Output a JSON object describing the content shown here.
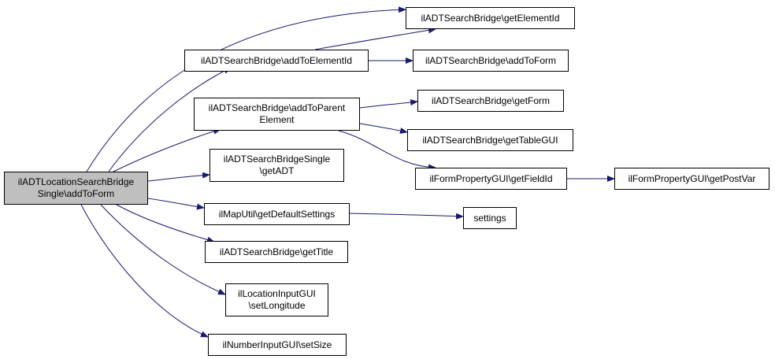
{
  "nodes": [
    {
      "id": "root",
      "lines": [
        "ilADTLocationSearchBridge",
        "Single\\addToForm"
      ],
      "root": true
    },
    {
      "id": "getElementId",
      "lines": [
        "ilADTSearchBridge\\getElementId"
      ]
    },
    {
      "id": "addToElementId",
      "lines": [
        "ilADTSearchBridge\\addToElementId"
      ]
    },
    {
      "id": "addToForm",
      "lines": [
        "ilADTSearchBridge\\addToForm"
      ]
    },
    {
      "id": "addToParentElement",
      "lines": [
        "ilADTSearchBridge\\addToParent",
        "Element"
      ]
    },
    {
      "id": "getForm",
      "lines": [
        "ilADTSearchBridge\\getForm"
      ]
    },
    {
      "id": "getTableGUI",
      "lines": [
        "ilADTSearchBridge\\getTableGUI"
      ]
    },
    {
      "id": "getADT",
      "lines": [
        "ilADTSearchBridgeSingle",
        "\\getADT"
      ]
    },
    {
      "id": "getFieldId",
      "lines": [
        "ilFormPropertyGUI\\getFieldId"
      ]
    },
    {
      "id": "getPostVar",
      "lines": [
        "ilFormPropertyGUI\\getPostVar"
      ]
    },
    {
      "id": "getDefaultSettings",
      "lines": [
        "ilMapUtil\\getDefaultSettings"
      ]
    },
    {
      "id": "settings",
      "lines": [
        "settings"
      ]
    },
    {
      "id": "getTitle",
      "lines": [
        "ilADTSearchBridge\\getTitle"
      ]
    },
    {
      "id": "setLongitude",
      "lines": [
        "ilLocationInputGUI",
        "\\setLongitude"
      ]
    },
    {
      "id": "setSize",
      "lines": [
        "ilNumberInputGUI\\setSize"
      ]
    }
  ],
  "edges": [
    {
      "from": "root",
      "to": "getElementId"
    },
    {
      "from": "root",
      "to": "addToElementId"
    },
    {
      "from": "root",
      "to": "addToParentElement"
    },
    {
      "from": "root",
      "to": "getADT"
    },
    {
      "from": "root",
      "to": "getDefaultSettings"
    },
    {
      "from": "root",
      "to": "getTitle"
    },
    {
      "from": "root",
      "to": "setLongitude"
    },
    {
      "from": "root",
      "to": "setSize"
    },
    {
      "from": "addToElementId",
      "to": "getElementId"
    },
    {
      "from": "addToElementId",
      "to": "addToForm"
    },
    {
      "from": "addToParentElement",
      "to": "getForm"
    },
    {
      "from": "addToParentElement",
      "to": "getTableGUI"
    },
    {
      "from": "addToParentElement",
      "to": "getFieldId"
    },
    {
      "from": "getFieldId",
      "to": "getPostVar"
    },
    {
      "from": "getDefaultSettings",
      "to": "settings"
    }
  ],
  "colors": {
    "node_fill": "#ffffff",
    "root_fill": "#bfbfbf",
    "stroke": "#000000",
    "edge": "#191970"
  }
}
